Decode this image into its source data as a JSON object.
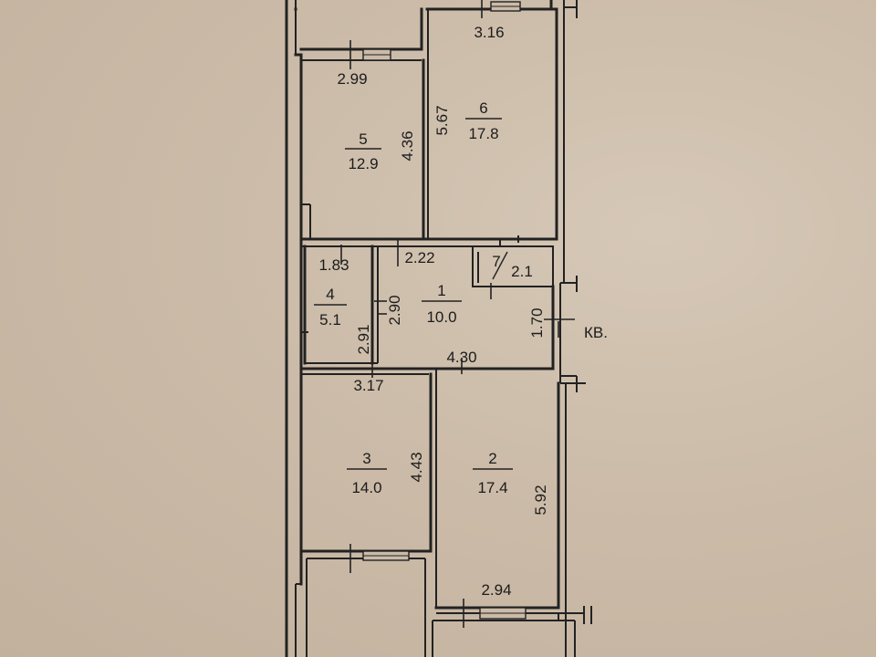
{
  "plan": {
    "rooms": [
      {
        "number": "1",
        "area": "10.0"
      },
      {
        "number": "2",
        "area": "17.4"
      },
      {
        "number": "3",
        "area": "14.0"
      },
      {
        "number": "4",
        "area": "5.1"
      },
      {
        "number": "5",
        "area": "12.9"
      },
      {
        "number": "6",
        "area": "17.8"
      },
      {
        "number": "7",
        "area": "2.1"
      }
    ],
    "dimensions": {
      "d316": "3.16",
      "d299": "2.99",
      "d567": "5.67",
      "d436": "4.36",
      "d183": "1.83",
      "d222": "2.22",
      "d290": "2.90",
      "d291": "2.91",
      "d170": "1.70",
      "d430": "4.30",
      "d317": "3.17",
      "d443": "4.43",
      "d592": "5.92",
      "d294": "2.94"
    },
    "entrance_label": "КВ."
  }
}
